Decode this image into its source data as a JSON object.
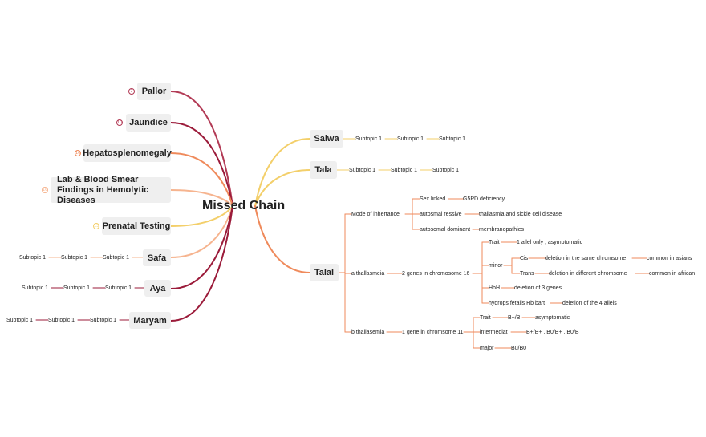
{
  "root": "Missed Chain",
  "colors": {
    "dark_red": "#9b1b3a",
    "crimson": "#b23a55",
    "orange": "#ef8a5b",
    "peach": "#f6b48f",
    "yellow": "#f3cf6a"
  },
  "left": {
    "pallor": {
      "label": "Pallor",
      "badge": "7"
    },
    "jaundice": {
      "label": "Jaundice",
      "badge": "10"
    },
    "hepato": {
      "label": "Hepatosplenomegaly",
      "badge": "10"
    },
    "lab": {
      "label": "Lab & Blood Smear Findings in Hemolytic Diseases",
      "badge": "16"
    },
    "prenatal": {
      "label": "Prenatal Testing",
      "badge": "13"
    },
    "safa": {
      "label": "Safa",
      "children": [
        "Subtopic 1",
        "Subtopic 1",
        "Subtopic 1"
      ]
    },
    "aya": {
      "label": "Aya",
      "children": [
        "Subtopic 1",
        "Subtopic 1",
        "Subtopic 1"
      ]
    },
    "maryam": {
      "label": "Maryam",
      "children": [
        "Subtopic 1",
        "Subtopic 1",
        "Subtopic 1"
      ]
    }
  },
  "right": {
    "salwa": {
      "label": "Salwa",
      "children": [
        "Subtopic 1",
        "Subtopic 1",
        "Subtopic 1"
      ]
    },
    "tala": {
      "label": "Tala",
      "children": [
        "Subtopic 1",
        "Subtopic 1",
        "Subtopic 1"
      ]
    },
    "talal": {
      "label": "Talal",
      "mode": {
        "label": "Mode of inhertance",
        "sex_linked": "Sex linked",
        "g6pd": "G5PD deficiency",
        "auto_ressive": "autosmal ressive",
        "thal_sickle": "thallasmia and sickle cell disease",
        "auto_dominant": "autosomal dominant",
        "membrano": "membranopathies"
      },
      "alpha": {
        "label": "a thallasmeia",
        "genes": "2 genes in chromosome 16",
        "trait": "Trait",
        "trait_desc": "1 allel only , asymptomatic",
        "minor": "minor",
        "cis": "Cis",
        "cis_desc": "deletion in the same chromsome",
        "cis_note": "common in asians",
        "trans": "Trans",
        "trans_desc": "deletion in different chromsome",
        "trans_note": "common in african",
        "hbh": "HbH",
        "hbh_desc": "deletion of 3 genes",
        "hydrops": "hydrops fetails Hb bart",
        "hydrops_desc": "deletion of the 4 allels"
      },
      "beta": {
        "label": "b thallasemia",
        "gene": "1 gene in chromsome 11",
        "trait": "Trait",
        "trait_geno": "B+/B",
        "trait_desc": "asymptomatic",
        "inter": "intermediat",
        "inter_geno": "B+/B+ , B0/B+ , B0/B",
        "major": "major",
        "major_geno": "B0/B0"
      }
    }
  }
}
